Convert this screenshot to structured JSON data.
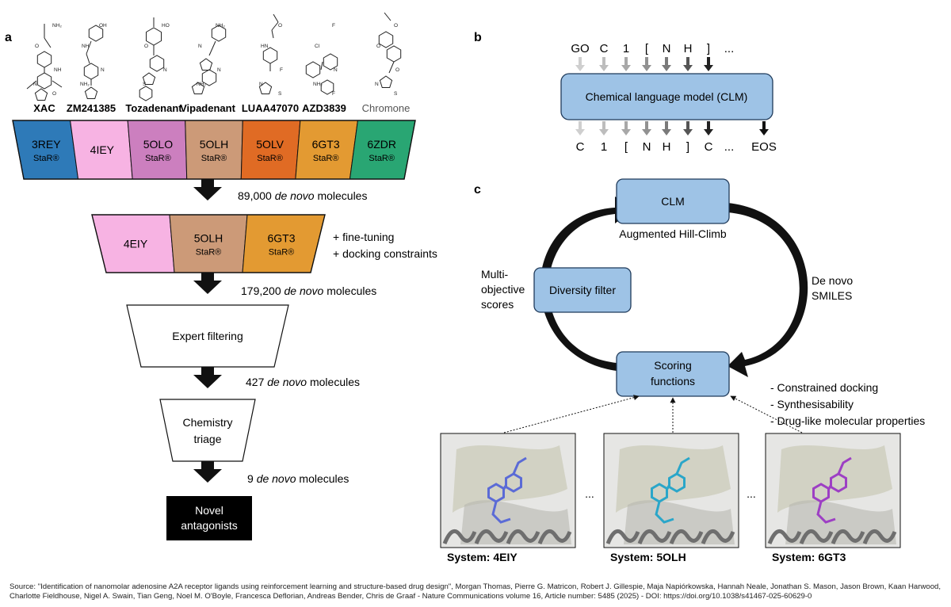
{
  "panels": {
    "a": "a",
    "b": "b",
    "c": "c"
  },
  "molecules": [
    {
      "name": "XAC",
      "muted": false
    },
    {
      "name": "ZM241385",
      "muted": false
    },
    {
      "name": "Tozadenant",
      "muted": false
    },
    {
      "name": "Vipadenant",
      "muted": false
    },
    {
      "name": "LUAA47070",
      "muted": false
    },
    {
      "name": "AZD3839",
      "muted": false
    },
    {
      "name": "Chromone",
      "muted": true
    }
  ],
  "structures": [
    {
      "labels": [
        "NH₂",
        "O",
        "NH",
        "N",
        "O"
      ]
    },
    {
      "labels": [
        "OH",
        "NH",
        "N",
        "NH₂"
      ]
    },
    {
      "labels": [
        "HO",
        "O",
        "N",
        "S"
      ]
    },
    {
      "labels": [
        "NH₂",
        "N",
        "N",
        "NH₂"
      ]
    },
    {
      "labels": [
        "O",
        "HN",
        "F",
        "N",
        "S"
      ]
    },
    {
      "labels": [
        "F",
        "Cl",
        "N",
        "NH₂",
        "F"
      ]
    },
    {
      "labels": [
        "O",
        "O",
        "O",
        "N",
        "S"
      ]
    }
  ],
  "row1": [
    {
      "code": "3REY",
      "star": "StaR®",
      "color": "#2e7ab8"
    },
    {
      "code": "4IEY",
      "star": "",
      "color": "#f7b3e3"
    },
    {
      "code": "5OLO",
      "star": "StaR®",
      "color": "#cc7fbf"
    },
    {
      "code": "5OLH",
      "star": "StaR®",
      "color": "#cc9a78"
    },
    {
      "code": "5OLV",
      "star": "StaR®",
      "color": "#e06b24"
    },
    {
      "code": "6GT3",
      "star": "StaR®",
      "color": "#e39a32"
    },
    {
      "code": "6ZDR",
      "star": "StaR®",
      "color": "#29a673"
    }
  ],
  "row2": [
    {
      "code": "4EIY",
      "star": "",
      "color": "#f7b3e3"
    },
    {
      "code": "5OLH",
      "star": "StaR®",
      "color": "#cc9a78"
    },
    {
      "code": "6GT3",
      "star": "StaR®",
      "color": "#e39a32"
    }
  ],
  "flow": {
    "step1": {
      "num": "89,000",
      "em": "de novo",
      "rest": "molecules"
    },
    "side1": "+ fine-tuning",
    "side2": "+ docking constraints",
    "step2": {
      "num": "179,200",
      "em": "de novo",
      "rest": "molecules"
    },
    "expert": "Expert filtering",
    "step3": {
      "num": "427",
      "em": "de novo",
      "rest": "molecules"
    },
    "triage1": "Chemistry",
    "triage2": "triage",
    "step4": {
      "num": "9",
      "em": "de novo",
      "rest": "molecules"
    },
    "novel1": "Novel",
    "novel2": "antagonists"
  },
  "clm": {
    "top_tokens": [
      "GO",
      "C",
      "1",
      "[",
      "N",
      "H",
      "]",
      "..."
    ],
    "box_label": "Chemical language model (CLM)",
    "bottom_tokens": [
      "C",
      "1",
      "[",
      "N",
      "H",
      "]",
      "C",
      "...",
      "EOS"
    ]
  },
  "cycle": {
    "clm": "CLM",
    "hill": "Augmented Hill-Climb",
    "diversity": "Diversity filter",
    "multi1": "Multi-",
    "multi2": "objective",
    "multi3": "scores",
    "denovo1": "De novo",
    "denovo2": "SMILES",
    "scoring1": "Scoring",
    "scoring2": "functions",
    "bullets": [
      "- Constrained docking",
      "- Synthesisability",
      "- Drug-like molecular properties"
    ]
  },
  "systems": [
    {
      "label": "System: 4EIY",
      "ligand": "#5b6bd6"
    },
    {
      "label": "System: 5OLH",
      "ligand": "#2aa6c9"
    },
    {
      "label": "System: 6GT3",
      "ligand": "#9d3fc4"
    }
  ],
  "ellipsis": "...",
  "footer": "Source: \"Identification of nanomolar adenosine A2A receptor ligands using reinforcement learning and structure-based drug design\", Morgan Thomas, Pierre G. Matricon, Robert J. Gillespie, Maja Napiórkowska, Hannah Neale, Jonathan S. Mason, Jason Brown, Kaan Harwood, Charlotte Fieldhouse, Nigel A. Swain, Tian Geng, Noel M. O'Boyle, Francesca Deflorian, Andreas Bender, Chris de Graaf - Nature Communications volume 16, Article number: 5485 (2025) - DOI: https://doi.org/10.1038/s41467-025-60629-0"
}
